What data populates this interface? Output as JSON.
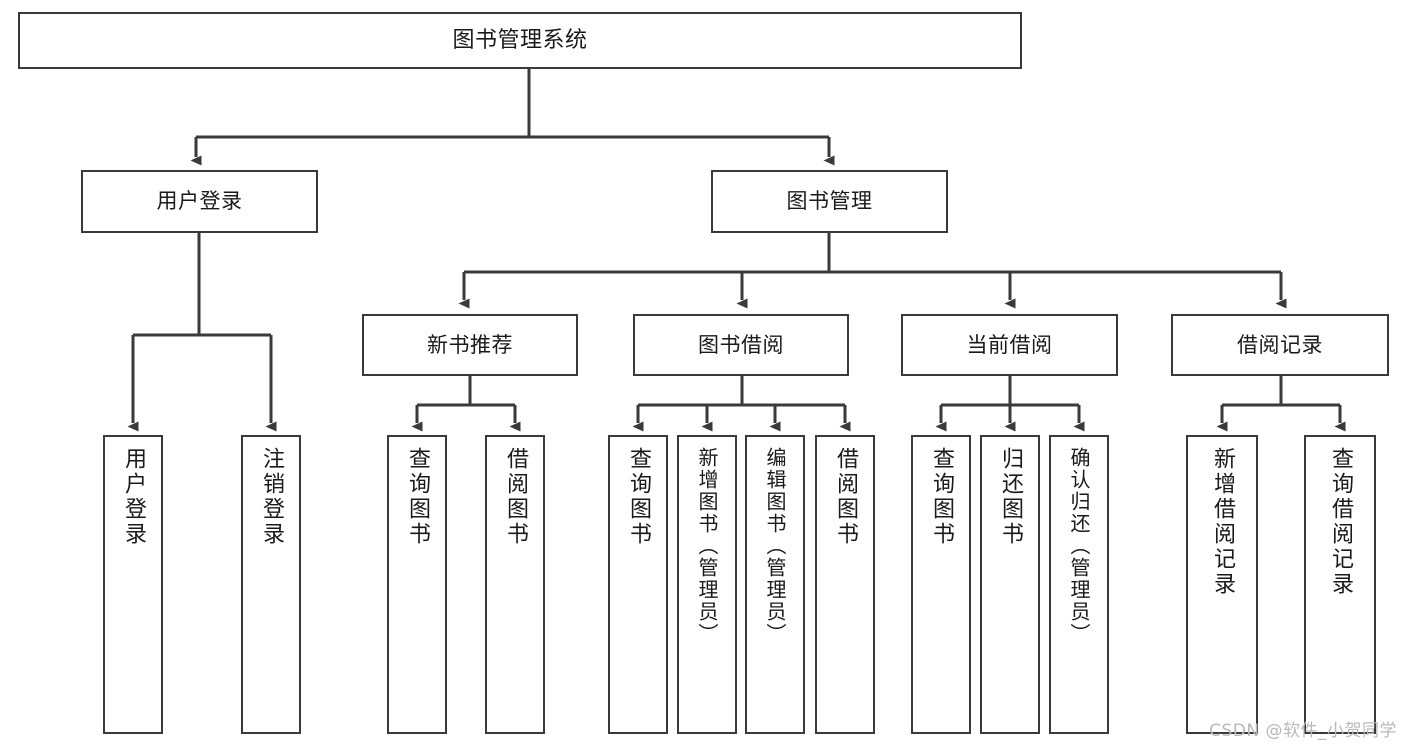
{
  "diagram": {
    "title": "图书管理系统",
    "type": "tree-hierarchy",
    "root": {
      "id": "root",
      "label": "图书管理系统"
    },
    "level2": [
      {
        "id": "user-login",
        "label": "用户登录"
      },
      {
        "id": "book-manage",
        "label": "图书管理"
      }
    ],
    "level3": [
      {
        "id": "new-book-rec",
        "label": "新书推荐",
        "parent": "book-manage"
      },
      {
        "id": "book-borrow",
        "label": "图书借阅",
        "parent": "book-manage"
      },
      {
        "id": "current-borrow",
        "label": "当前借阅",
        "parent": "book-manage"
      },
      {
        "id": "borrow-record",
        "label": "借阅记录",
        "parent": "book-manage"
      }
    ],
    "leaves": [
      {
        "id": "leaf-user-login",
        "label": "用户登录",
        "parent": "user-login"
      },
      {
        "id": "leaf-logout",
        "label": "注销登录",
        "parent": "user-login"
      },
      {
        "id": "leaf-query-book-1",
        "label": "查询图书",
        "parent": "new-book-rec"
      },
      {
        "id": "leaf-borrow-book-1",
        "label": "借阅图书",
        "parent": "new-book-rec"
      },
      {
        "id": "leaf-query-book-2",
        "label": "查询图书",
        "parent": "book-borrow"
      },
      {
        "id": "leaf-add-book",
        "label": "新增图书（管理员）",
        "parent": "book-borrow"
      },
      {
        "id": "leaf-edit-book",
        "label": "编辑图书（管理员）",
        "parent": "book-borrow"
      },
      {
        "id": "leaf-borrow-book-2",
        "label": "借阅图书",
        "parent": "book-borrow"
      },
      {
        "id": "leaf-query-book-3",
        "label": "查询图书",
        "parent": "current-borrow"
      },
      {
        "id": "leaf-return-book",
        "label": "归还图书",
        "parent": "current-borrow"
      },
      {
        "id": "leaf-confirm-return",
        "label": "确认归还（管理员）",
        "parent": "current-borrow"
      },
      {
        "id": "leaf-add-record",
        "label": "新增借阅记录",
        "parent": "borrow-record"
      },
      {
        "id": "leaf-query-record",
        "label": "查询借阅记录",
        "parent": "borrow-record"
      }
    ]
  },
  "watermark": {
    "text": "CSDN @软件_小贺同学"
  },
  "colors": {
    "stroke": "#3a3a3a",
    "text": "#1a1a1a",
    "background": "#ffffff",
    "watermark": "#b9b9b9"
  }
}
